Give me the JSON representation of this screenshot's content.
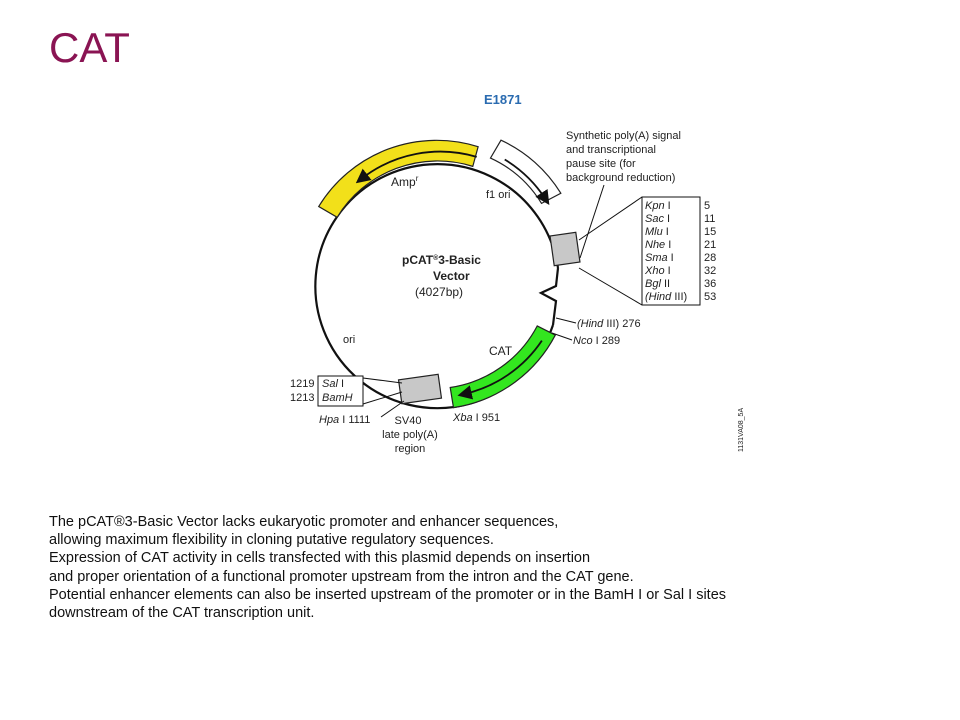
{
  "slide": {
    "title": "CAT"
  },
  "diagram": {
    "catalog": "E1871",
    "vector_name_prefix": "pCAT",
    "vector_name_reg": "®",
    "vector_name_suffix": "3-Basic",
    "vector_line2": "Vector",
    "vector_size": "(4027bp)",
    "amp_label": "Amp",
    "amp_sup": "r",
    "f1_label": "f1 ori",
    "ori_label": "ori",
    "cat_label": "CAT",
    "polyA_signal": [
      "Synthetic poly(A) signal",
      "and transcriptional",
      "pause site (for",
      "background reduction)"
    ],
    "mcs": [
      {
        "italic": "Kpn",
        "rest": " I",
        "pos": "5"
      },
      {
        "italic": "Sac",
        "rest": " I",
        "pos": "11"
      },
      {
        "italic": "Mlu",
        "rest": " I",
        "pos": "15"
      },
      {
        "italic": "Nhe",
        "rest": " I",
        "pos": "21"
      },
      {
        "italic": "Sma",
        "rest": " I",
        "pos": "28"
      },
      {
        "italic": "Xho",
        "rest": " I",
        "pos": "32"
      },
      {
        "italic": "Bgl",
        "rest": " II",
        "pos": "36"
      },
      {
        "italic": "(Hind",
        "rest": " III)",
        "pos": "53"
      }
    ],
    "hind_site": {
      "italic": "(Hind",
      "rest": " III) 276"
    },
    "nco_site": {
      "italic": "Nco",
      "rest": " I 289"
    },
    "xba_site": {
      "italic": "Xba",
      "rest": " I 951"
    },
    "left_sites": [
      {
        "pos": "1219",
        "italic": "Sal",
        "rest": " I"
      },
      {
        "pos": "1213",
        "italic": "BamH",
        "rest": ""
      }
    ],
    "hpa_site": {
      "italic": "Hpa",
      "rest": " I 1111"
    },
    "sv40": [
      "SV40",
      "late poly(A)",
      "region"
    ],
    "fig_code": "1131VA08_5A",
    "colors": {
      "amp": "#f2e01a",
      "cat": "#33e61f",
      "box": "#c8c8c8",
      "catalog": "#2a6bb0"
    }
  },
  "description": [
    "The pCAT®3-Basic Vector lacks eukaryotic promoter and enhancer sequences,",
    "allowing maximum flexibility in cloning putative regulatory sequences.",
    "Expression of CAT activity in cells transfected with this plasmid depends on insertion",
    "and proper orientation of a functional promoter upstream from the intron and the CAT gene.",
    "Potential enhancer elements can also be inserted upstream of the promoter or in the BamH I or Sal I sites",
    "downstream of the CAT transcription unit."
  ]
}
